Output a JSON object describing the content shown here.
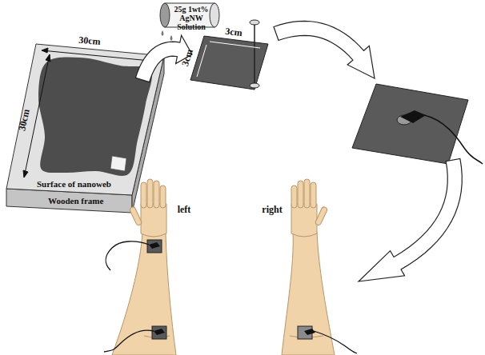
{
  "diagram": {
    "nodes": [
      {
        "text": [
          "25g 1wt% AgNW Solution"
        ]
      },
      {
        "text": [
          "Surface of nanoweb",
          "Wooden frame"
        ]
      }
    ],
    "labels": [
      "30cm",
      "30cm",
      "3cm",
      "3cm",
      "left",
      "right"
    ]
  }
}
